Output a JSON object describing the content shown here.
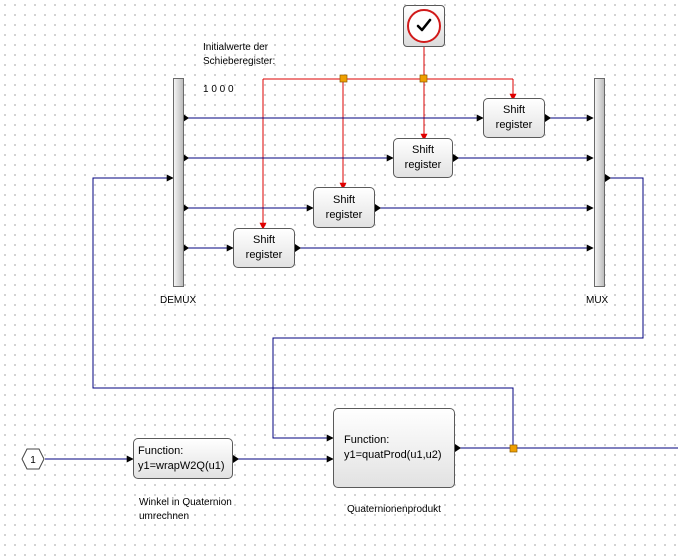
{
  "annotation": {
    "line1": "Initialwerte der",
    "line2": "Schieberegister:",
    "line3": "1 0 0 0"
  },
  "demux": {
    "label": "DEMUX"
  },
  "mux": {
    "label": "MUX"
  },
  "shift_registers": [
    {
      "line1": "Shift",
      "line2": "register"
    },
    {
      "line1": "Shift",
      "line2": "register"
    },
    {
      "line1": "Shift",
      "line2": "register"
    },
    {
      "line1": "Shift",
      "line2": "register"
    }
  ],
  "func_w2q": {
    "line1": "Function:",
    "line2": "y1=wrapW2Q(u1)"
  },
  "func_w2q_caption": {
    "line1": "Winkel in Quaternion",
    "line2": "umrechnen"
  },
  "func_prod": {
    "line1": "Function:",
    "line2": "y1=quatProd(u1,u2)"
  },
  "func_prod_caption": "Quaternionenprodukt",
  "input_port": {
    "number": "1"
  },
  "clock": {
    "icon": "checkmark-clock-icon"
  },
  "colors": {
    "data_link": "#00007f",
    "event_link": "#dd0000",
    "split_point": "#f0a000"
  }
}
